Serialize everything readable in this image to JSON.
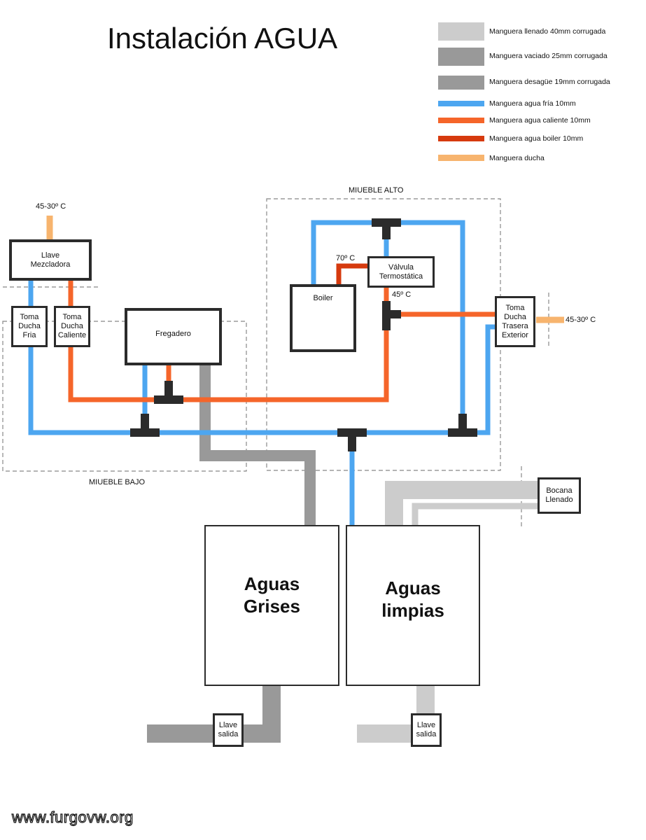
{
  "title": "Instalación AGUA",
  "legend": [
    {
      "label": "Manguera llenado 40mm corrugada",
      "color": "#cccccc"
    },
    {
      "label": "Manguera vaciado 25mm corrugada",
      "color": "#999999"
    },
    {
      "label": "Manguera desagüe 19mm corrugada",
      "color": "#999999"
    },
    {
      "label": "Manguera agua fría 10mm",
      "color": "#4da6f0"
    },
    {
      "label": "Manguera agua caliente 10mm",
      "color": "#f5652a"
    },
    {
      "label": "Manguera agua boiler 10mm",
      "color": "#d63a0e"
    },
    {
      "label": "Manguera ducha",
      "color": "#f7b46e"
    }
  ],
  "zones": {
    "mueble_alto": "MIUEBLE ALTO",
    "mueble_bajo": "MIUEBLE BAJO"
  },
  "components": {
    "llave_mezcladora": "Llave\nMezcladora",
    "toma_ducha_fria": "Toma\nDucha\nFria",
    "toma_ducha_caliente": "Toma\nDucha\nCaliente",
    "fregadero": "Fregadero",
    "boiler": "Boiler",
    "valvula_termostatica": "Válvula\nTermostática",
    "toma_ducha_trasera": "Toma\nDucha\nTrasera\nExterior",
    "bocana_llenado": "Bocana\nLlenado",
    "aguas_grises": "Aguas\nGrises",
    "aguas_limpias": "Aguas\nlimpias",
    "llave_salida_grises": "Llave\nsalida",
    "llave_salida_limpias": "Llave\nsalida"
  },
  "temperatures": {
    "mezcladora": "45-30º C",
    "boiler": "70º C",
    "valvula": "45º C",
    "trasera": "45-30º C"
  },
  "footer": "www.furgovw.org"
}
